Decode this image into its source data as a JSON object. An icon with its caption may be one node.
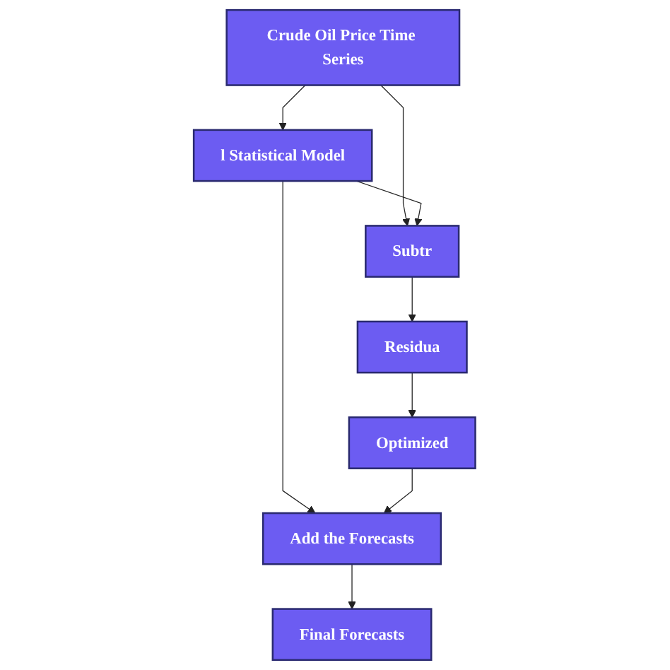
{
  "diagram": {
    "nodes": [
      {
        "text": [
          "Crude Oil Price Time Series"
        ]
      },
      {
        "text": [
          "l Statistical Model"
        ]
      },
      {
        "text": [
          "Subtr"
        ]
      },
      {
        "text": [
          "Residua"
        ]
      },
      {
        "text": [
          "Optimized"
        ]
      },
      {
        "text": [
          "Add the Forecasts"
        ]
      },
      {
        "text": [
          "Final Forecasts"
        ]
      }
    ],
    "edges": [
      {
        "from": 0,
        "to": 1,
        "arrow": "to"
      },
      {
        "from": 0,
        "to": 2,
        "arrow": "to"
      },
      {
        "from": 1,
        "to": 2,
        "arrow": "to"
      },
      {
        "from": 2,
        "to": 3,
        "arrow": "to"
      },
      {
        "from": 3,
        "to": 4,
        "arrow": "to"
      },
      {
        "from": 1,
        "to": 5,
        "arrow": "to"
      },
      {
        "from": 4,
        "to": 5,
        "arrow": "to"
      },
      {
        "from": 5,
        "to": 6,
        "arrow": "to"
      }
    ]
  }
}
